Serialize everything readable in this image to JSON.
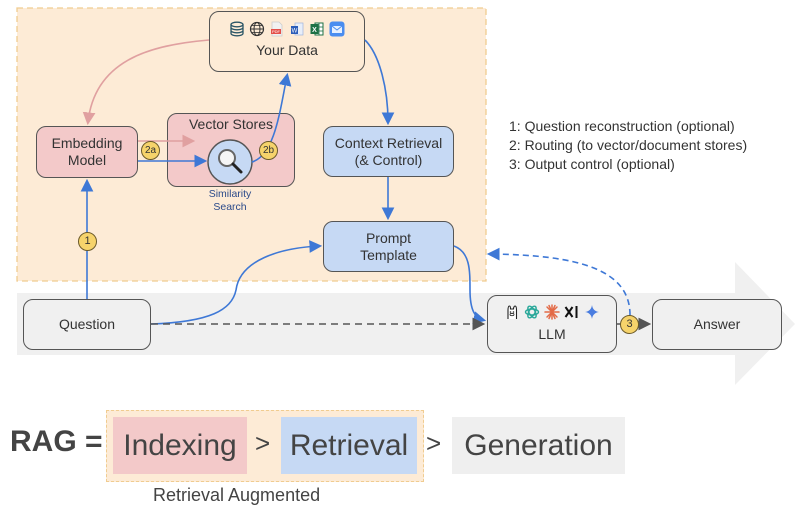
{
  "diagram": {
    "nodes": {
      "your_data": {
        "label": "Your Data",
        "icons": [
          "database-icon",
          "globe-www-icon",
          "pdf-file-icon",
          "word-doc-icon",
          "excel-icon",
          "mail-icon"
        ]
      },
      "embedding_model": {
        "label_line1": "Embedding",
        "label_line2": "Model"
      },
      "vector_stores": {
        "label": "Vector Stores",
        "sublabel_line1": "Similarity",
        "sublabel_line2": "Search"
      },
      "context_retrieval": {
        "label_line1": "Context Retrieval",
        "label_line2": "(& Control)"
      },
      "prompt_template": {
        "label_line1": "Prompt",
        "label_line2": "Template"
      },
      "question": {
        "label": "Question"
      },
      "llm": {
        "label": "LLM",
        "icons": [
          "ollama-llama-icon",
          "openai-icon",
          "anthropic-icon",
          "xai-icon",
          "gemini-icon"
        ]
      },
      "answer": {
        "label": "Answer"
      }
    },
    "badges": {
      "b1": "1",
      "b2a": "2a",
      "b2b": "2b",
      "b3": "3"
    },
    "legend": [
      "1: Question reconstruction (optional)",
      "2: Routing (to vector/document stores)",
      "3: Output control (optional)"
    ],
    "colors": {
      "indexing": "#f3c9c9",
      "retrieval": "#c6d9f4",
      "generation": "#efefef",
      "augmented_region": "#fdebd6",
      "badge": "#f6d36b",
      "flow_arrow": "#3e78d6",
      "index_arrow": "#e0a0a0"
    }
  },
  "formula": {
    "prefix": "RAG =",
    "indexing": "Indexing",
    "sep1": ">",
    "retrieval": "Retrieval",
    "sep2": ">",
    "generation": "Generation",
    "caption": "Retrieval Augmented"
  }
}
